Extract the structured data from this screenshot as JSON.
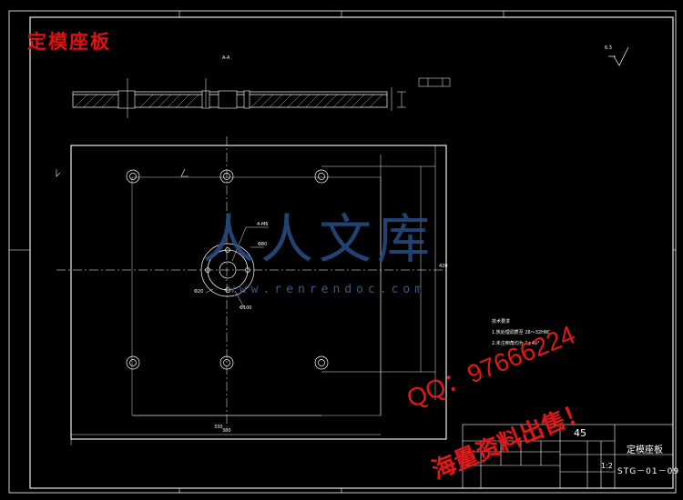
{
  "title": "定模座板",
  "section_label": "A-A",
  "watermark": {
    "text_cn": "人人文库",
    "url": "www.renrendoc.com"
  },
  "promo": {
    "qq": "QQ：97666224",
    "sale": "海量资料出售！"
  },
  "roughness": "6.3",
  "dimensions": {
    "overall_width": "380",
    "hole_span": "330",
    "height": "420",
    "center_hole": "Φ100",
    "bolt_circle": "Φ80",
    "small_hole": "4-M6",
    "center_bore": "Φ20"
  },
  "notes": {
    "heading": "技术要求",
    "items": [
      "1.热处理调质至 28～32HRC",
      "2.未注倒角均为 1×45°"
    ]
  },
  "title_block": {
    "material": "45",
    "part_name": "定模座板",
    "scale": "1:2",
    "drawing_code": "STG－01－09"
  },
  "colors": {
    "background": "#000000",
    "lines": "#ffffff",
    "title_red": "#e01010",
    "watermark_blue": "#2a4e86"
  }
}
